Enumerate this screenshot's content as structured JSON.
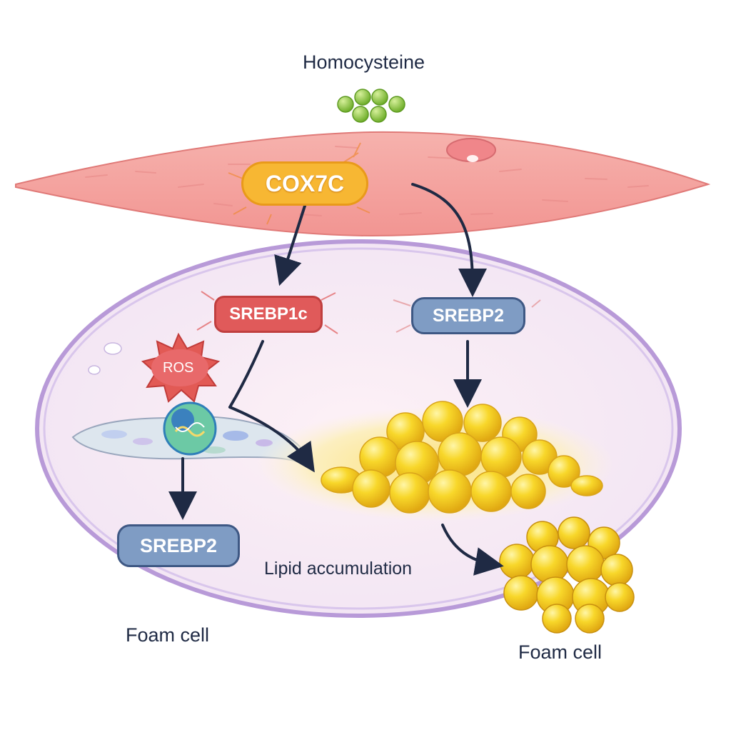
{
  "labels": {
    "homocysteine": "Homocysteine",
    "cox7c": "COX7C",
    "srebp1c": "SREBP1c",
    "srebp2_right": "SREBP2",
    "ros": "ROS",
    "srebp2_left": "SREBP2",
    "lipid_accumulation": "Lipid accumulation",
    "foam_cell_left": "Foam cell",
    "foam_cell_right": "Foam cell"
  },
  "colors": {
    "vessel_wall": "#f4a3a0",
    "cell_membrane": "#b89ad8",
    "cox7c_fill": "#f7b733",
    "srebp1c_fill": "#e05a5a",
    "srebp2_fill": "#7f9cc4",
    "ros_fill": "#d94a4a",
    "lipid_fill": "#f5d020",
    "homocysteine_fill": "#8cc63f",
    "arrow": "#1f2a44"
  }
}
